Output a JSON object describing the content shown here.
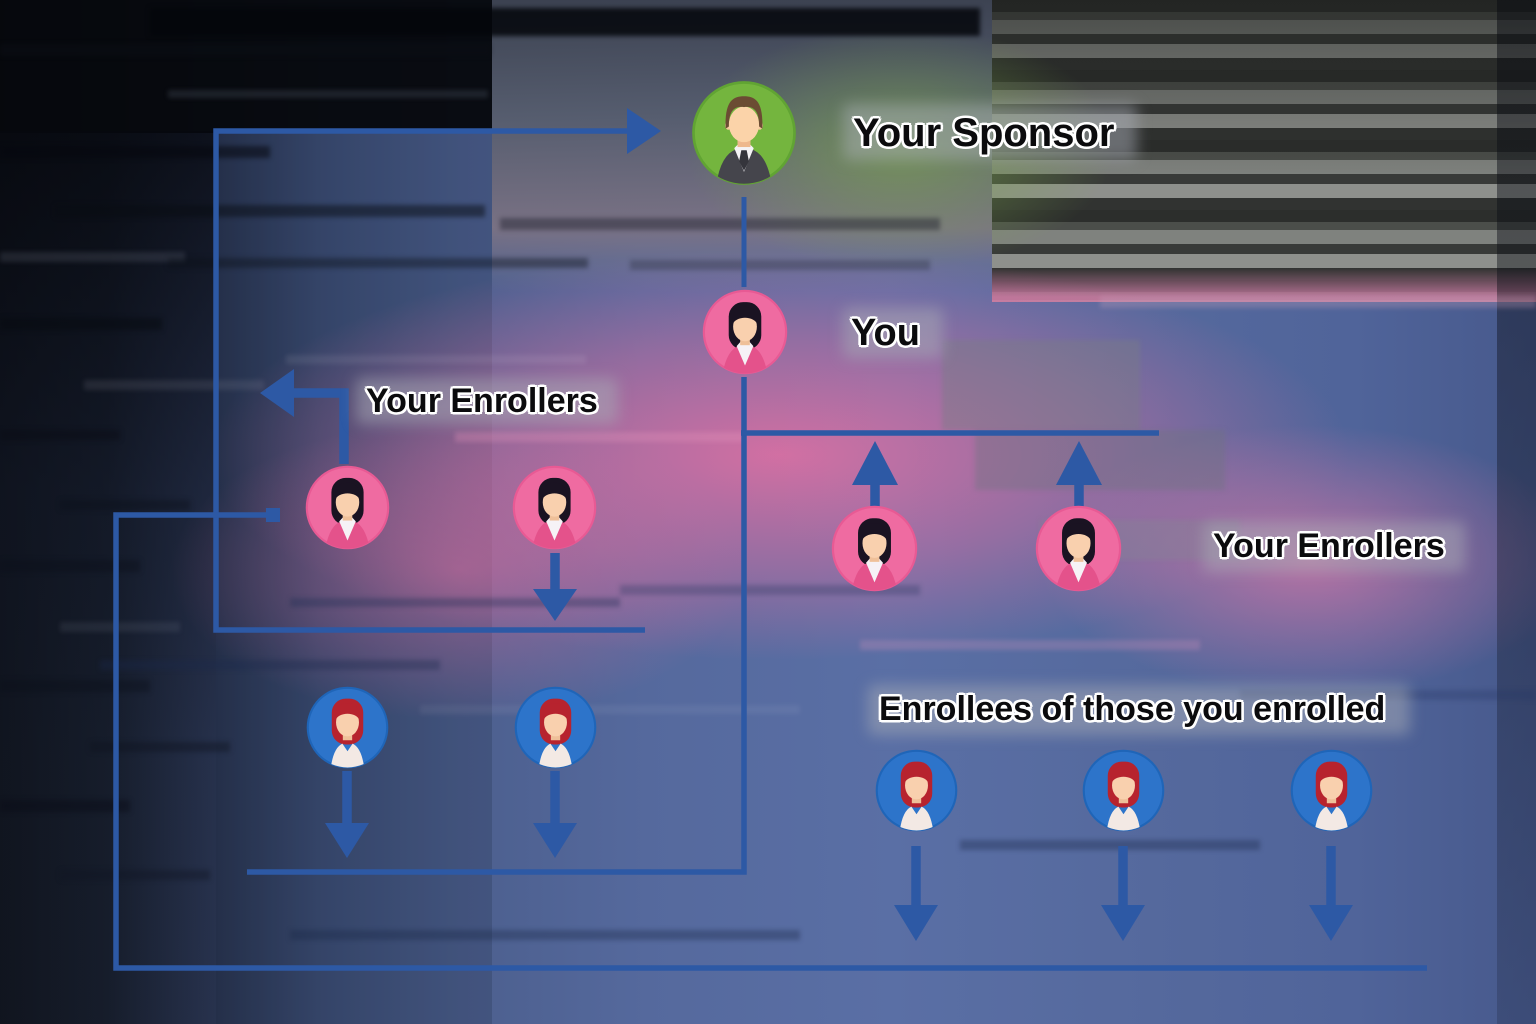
{
  "diagram": {
    "nodes": {
      "sponsor": {
        "label": "Your Sponsor",
        "avatar": "male-green"
      },
      "you": {
        "label": "You",
        "avatar": "female-pink"
      },
      "left_enrollers": {
        "label": "Your Enrollers",
        "avatars": [
          "female-pink",
          "female-pink"
        ]
      },
      "right_enrollers": {
        "label": "Your Enrollers",
        "avatars": [
          "female-pink",
          "female-pink"
        ]
      },
      "enrollees": {
        "label": "Enrollees of those you enrolled",
        "left_avatars": [
          "female-redhead-blue",
          "female-redhead-blue"
        ],
        "right_avatars": [
          "female-redhead-blue",
          "female-redhead-blue",
          "female-redhead-blue"
        ]
      }
    },
    "connectors": [
      {
        "name": "loop-to-sponsor",
        "description": "line from second left enroller down, left, up and right into sponsor",
        "arrowhead": "right"
      },
      {
        "name": "sponsor-you-link",
        "description": "short vertical line between sponsor and You"
      },
      {
        "name": "you-downline",
        "description": "vertical line from You down to the lower rail, turning left"
      },
      {
        "name": "you-right-branch",
        "description": "horizontal branch above the right enrollers"
      },
      {
        "name": "right-enroller-up-arrows",
        "count": 2,
        "arrowhead": "up"
      },
      {
        "name": "left-enroller-elbow-arrow",
        "count": 1,
        "arrowhead": "left"
      },
      {
        "name": "left-enroller-down-arrow",
        "count": 1,
        "arrowhead": "down"
      },
      {
        "name": "left-enrollee-down-arrows",
        "count": 2,
        "arrowhead": "down"
      },
      {
        "name": "right-enrollee-down-arrows",
        "count": 3,
        "arrowhead": "down"
      },
      {
        "name": "left-rail",
        "description": "stub line at mid-left running down into the long bottom rail"
      },
      {
        "name": "bottom-rail",
        "description": "long horizontal line along the bottom"
      }
    ]
  },
  "colors": {
    "connector_blue": "#2d59a5",
    "avatar_pink": "#ef6ba1",
    "avatar_pink_ring": "#e85a94",
    "avatar_green": "#74b53e",
    "avatar_green_ring": "#61a433",
    "avatar_blue": "#2d74ca",
    "avatar_blue_ring": "#1f65b8",
    "hair_black": "#1a1322",
    "hair_red": "#b7232e",
    "hair_brown": "#6b4c33",
    "skin": "#f9d0ae",
    "label_text": "#0b0b0d",
    "label_outline": "#ffffff",
    "background_blue": "#55699d",
    "background_dark": "#0b0e15",
    "pink_glow": "#e770a3",
    "gray_band": "#8e908c"
  }
}
